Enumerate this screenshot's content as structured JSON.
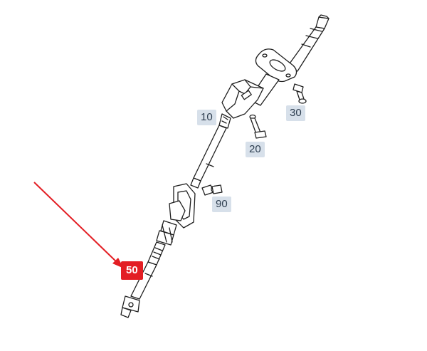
{
  "callouts": {
    "part_10": "10",
    "part_20": "20",
    "part_30": "30",
    "part_90": "90",
    "part_50": "50"
  },
  "colors": {
    "line": "#1e1e1e",
    "callout_bg": "#d7e0ea",
    "callout_text": "#2e3e50",
    "highlight": "#e31e24"
  }
}
